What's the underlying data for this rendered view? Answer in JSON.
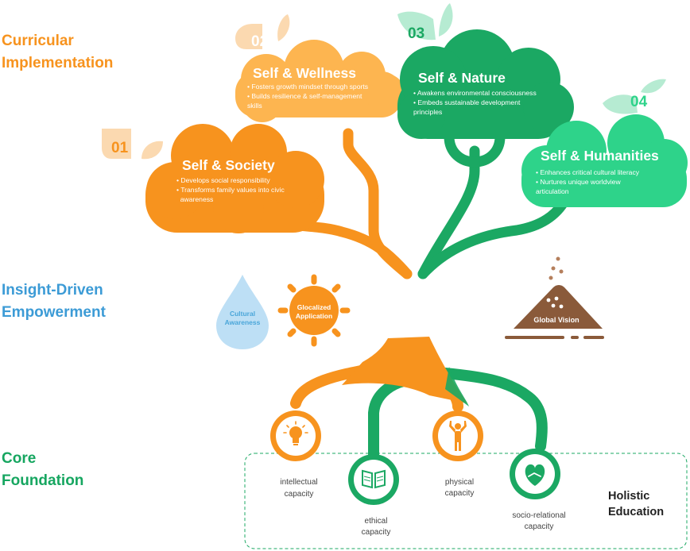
{
  "colors": {
    "orange": "#F7931E",
    "light_orange": "#FDB550",
    "pale_orange": "#FBD9B0",
    "green": "#1BA863",
    "light_green": "#2ED38A",
    "pale_green": "#B6EBD2",
    "blue": "#4AA6D9",
    "pale_blue": "#BDDFF5",
    "brown": "#8A5A3A",
    "tan": "#B57F5C",
    "section_orange": "#F7931E",
    "section_blue": "#3C9BD6",
    "section_green": "#16A660"
  },
  "sections": {
    "curricular": [
      "Curricular",
      "Implementation"
    ],
    "insight": [
      "Insight-Driven",
      "Empowerment"
    ],
    "core": [
      "Core",
      "Foundation"
    ]
  },
  "clouds": {
    "c01": {
      "number": "01",
      "title": "Self & Society",
      "bullets": [
        "• Develops social responsibility",
        "• Transforms family values into civic",
        "  awareness"
      ]
    },
    "c02": {
      "number": "02",
      "title": "Self & Wellness",
      "bullets": [
        "• Fosters growth mindset through sports",
        "• Builds resilience & self-management",
        "skills"
      ]
    },
    "c03": {
      "number": "03",
      "title": "Self & Nature",
      "bullets": [
        "• Awakens environmental consciousness",
        "• Embeds sustainable development",
        "principles"
      ]
    },
    "c04": {
      "number": "04",
      "title": "Self & Humanities",
      "bullets": [
        "• Enhances critical cultural literacy",
        "• Nurtures unique worldview",
        "articulation"
      ]
    }
  },
  "insight_items": {
    "drop": [
      "Cultural",
      "Awareness"
    ],
    "sun": [
      "Glocalized",
      "Application"
    ],
    "mound": "Global Vision"
  },
  "capacities": {
    "intellectual": [
      "intellectual",
      "capacity"
    ],
    "ethical": [
      "ethical",
      "capacity"
    ],
    "physical": [
      "physical",
      "capacity"
    ],
    "social": [
      "socio-relational",
      "capacity"
    ]
  },
  "holistic": [
    "Holistic",
    "Education"
  ],
  "icons": {
    "intellectual": "lightbulb-icon",
    "ethical": "open-book-icon",
    "physical": "person-arms-raised-icon",
    "social": "heart-handshake-icon"
  }
}
